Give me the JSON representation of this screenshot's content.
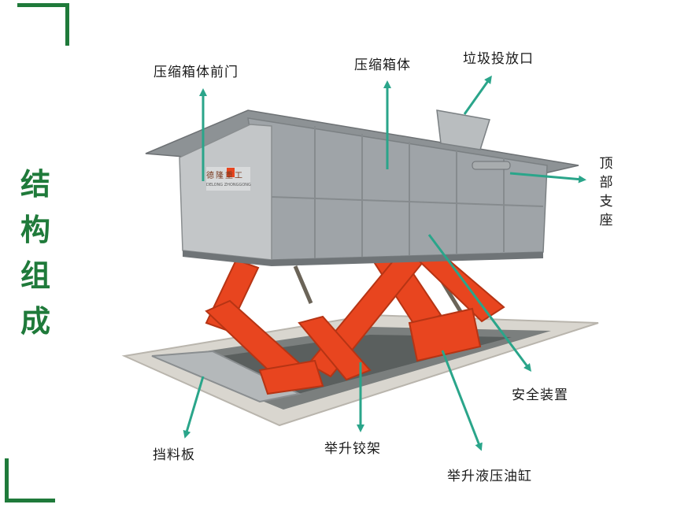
{
  "side_title": [
    "结",
    "构",
    "组",
    "成"
  ],
  "logo_text": "德隆重工",
  "logo_subtext": "DELONG ZHONGGONG",
  "labels": {
    "front_door": "压缩箱体前门",
    "box_body": "压缩箱体",
    "dump_inlet": "垃圾投放口",
    "top_support": "顶部支座",
    "safety_device": "安全装置",
    "baffle": "挡料板",
    "scissor_frame": "举升铰架",
    "hydraulic_cylinder": "举升液压油缸"
  },
  "colors": {
    "brand_green": "#1f7a3a",
    "arrow_green": "#2aa58a",
    "scissor_red": "#e8451f",
    "box_gray": "#9fa4a8"
  }
}
